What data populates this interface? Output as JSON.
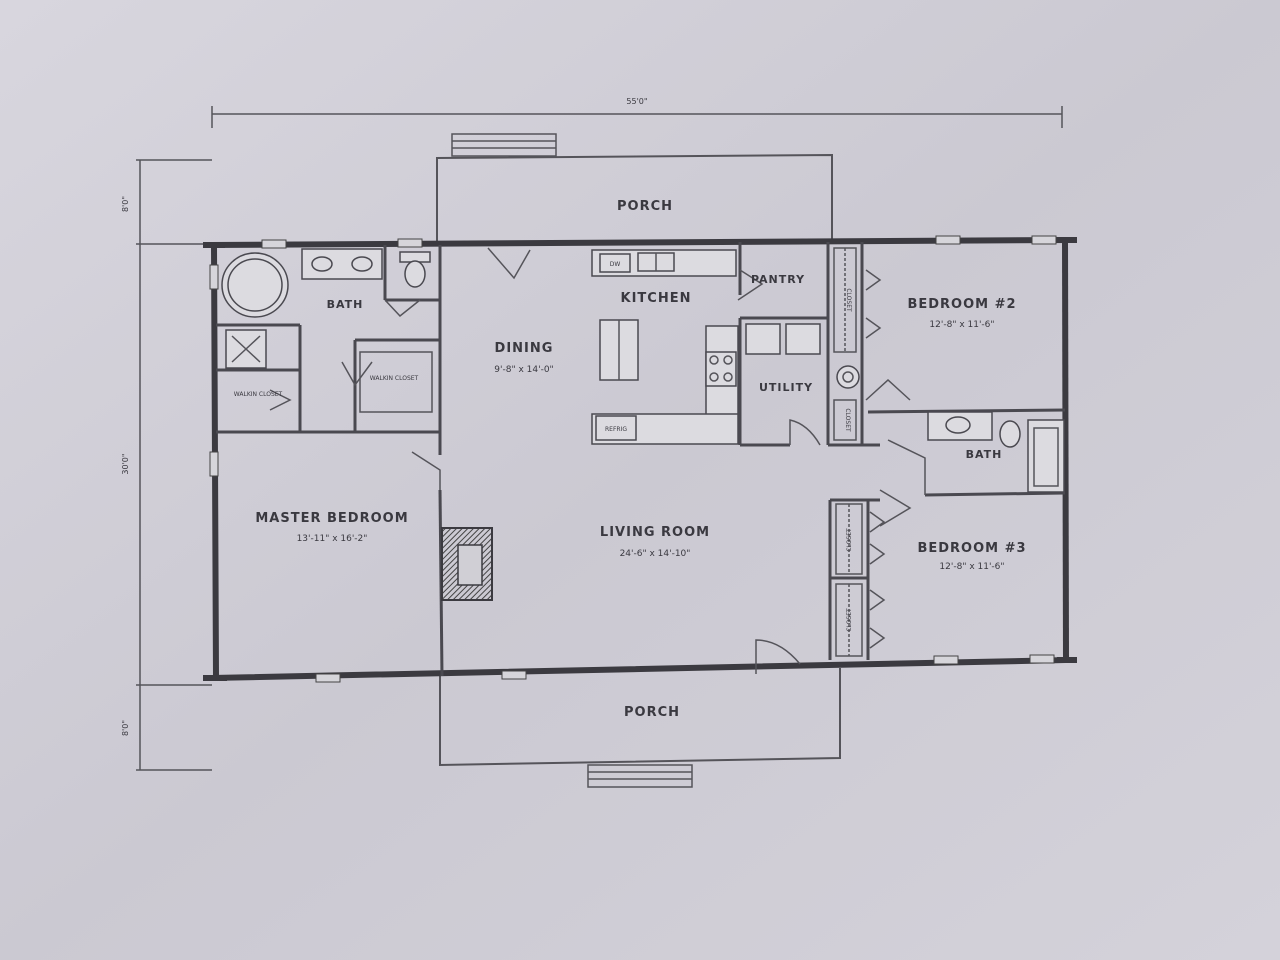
{
  "dimensions": {
    "overall_width": "55'0\"",
    "depth": "30'0\"",
    "front_porch_depth": "8'0\"",
    "rear_porch_depth": "8'0\""
  },
  "rooms": {
    "porch_rear": {
      "name": "PORCH"
    },
    "porch_front": {
      "name": "PORCH"
    },
    "kitchen": {
      "name": "KITCHEN"
    },
    "pantry": {
      "name": "PANTRY"
    },
    "dining": {
      "name": "DINING",
      "size": "9'-8\" x 14'-0\""
    },
    "utility": {
      "name": "UTILITY"
    },
    "master_bath": {
      "name": "BATH"
    },
    "walkin_closet_1": {
      "name": "WALKIN CLOSET"
    },
    "walkin_closet_2": {
      "name": "WALKIN CLOSET"
    },
    "master_bedroom": {
      "name": "MASTER BEDROOM",
      "size": "13'-11\" x 16'-2\""
    },
    "living_room": {
      "name": "LIVING ROOM",
      "size": "24'-6\" x 14'-10\""
    },
    "bedroom2": {
      "name": "BEDROOM #2",
      "size": "12'-8\" x 11'-6\""
    },
    "bedroom3": {
      "name": "BEDROOM #3",
      "size": "12'-8\" x 11'-6\""
    },
    "bath2": {
      "name": "BATH"
    }
  },
  "closets": {
    "closet_a": "CLOSET",
    "closet_b": "CLOSET",
    "closet_c": "CLOSET",
    "closet_d": "CLOSET"
  },
  "fixtures": {
    "refrigerator": "REFRIG",
    "dishwasher": "DW"
  }
}
